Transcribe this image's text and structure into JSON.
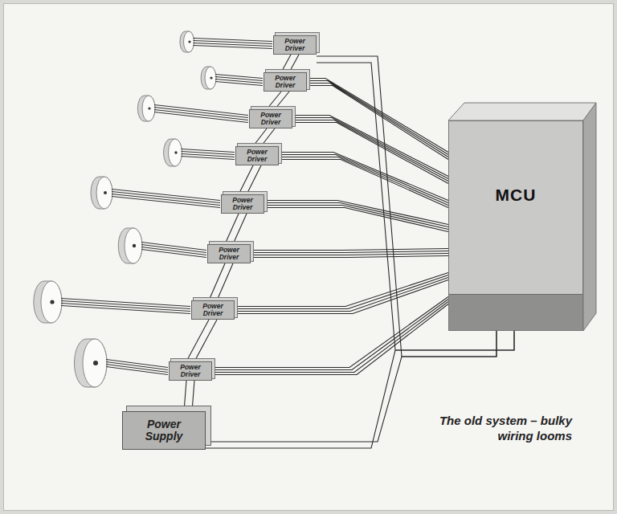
{
  "diagram": {
    "caption": "The old system – bulky wiring looms",
    "nodes": [
      {
        "text": [
          "Power Driver"
        ]
      },
      {
        "text": [
          "Power Driver"
        ]
      },
      {
        "text": [
          "Power Driver"
        ]
      },
      {
        "text": [
          "Power Driver"
        ]
      },
      {
        "text": [
          "Power Driver"
        ]
      },
      {
        "text": [
          "Power Driver"
        ]
      },
      {
        "text": [
          "Power Driver"
        ]
      },
      {
        "text": [
          "Power Driver"
        ]
      },
      {
        "text": [
          "Power Supply"
        ]
      },
      {
        "text": [
          "MCU"
        ]
      }
    ],
    "edges": [
      {
        "from": 0,
        "to": 9,
        "arrow": "none"
      },
      {
        "from": 1,
        "to": 9,
        "arrow": "none"
      },
      {
        "from": 2,
        "to": 9,
        "arrow": "none"
      },
      {
        "from": 3,
        "to": 9,
        "arrow": "none"
      },
      {
        "from": 4,
        "to": 9,
        "arrow": "none"
      },
      {
        "from": 5,
        "to": 9,
        "arrow": "none"
      },
      {
        "from": 6,
        "to": 9,
        "arrow": "none"
      },
      {
        "from": 7,
        "to": 9,
        "arrow": "none"
      },
      {
        "from": 0,
        "to": 1,
        "arrow": "none"
      },
      {
        "from": 1,
        "to": 2,
        "arrow": "none"
      },
      {
        "from": 2,
        "to": 3,
        "arrow": "none"
      },
      {
        "from": 3,
        "to": 4,
        "arrow": "none"
      },
      {
        "from": 4,
        "to": 5,
        "arrow": "none"
      },
      {
        "from": 5,
        "to": 6,
        "arrow": "none"
      },
      {
        "from": 6,
        "to": 7,
        "arrow": "none"
      },
      {
        "from": 7,
        "to": 8,
        "arrow": "none"
      },
      {
        "from": 8,
        "to": 9,
        "arrow": "none"
      }
    ]
  }
}
